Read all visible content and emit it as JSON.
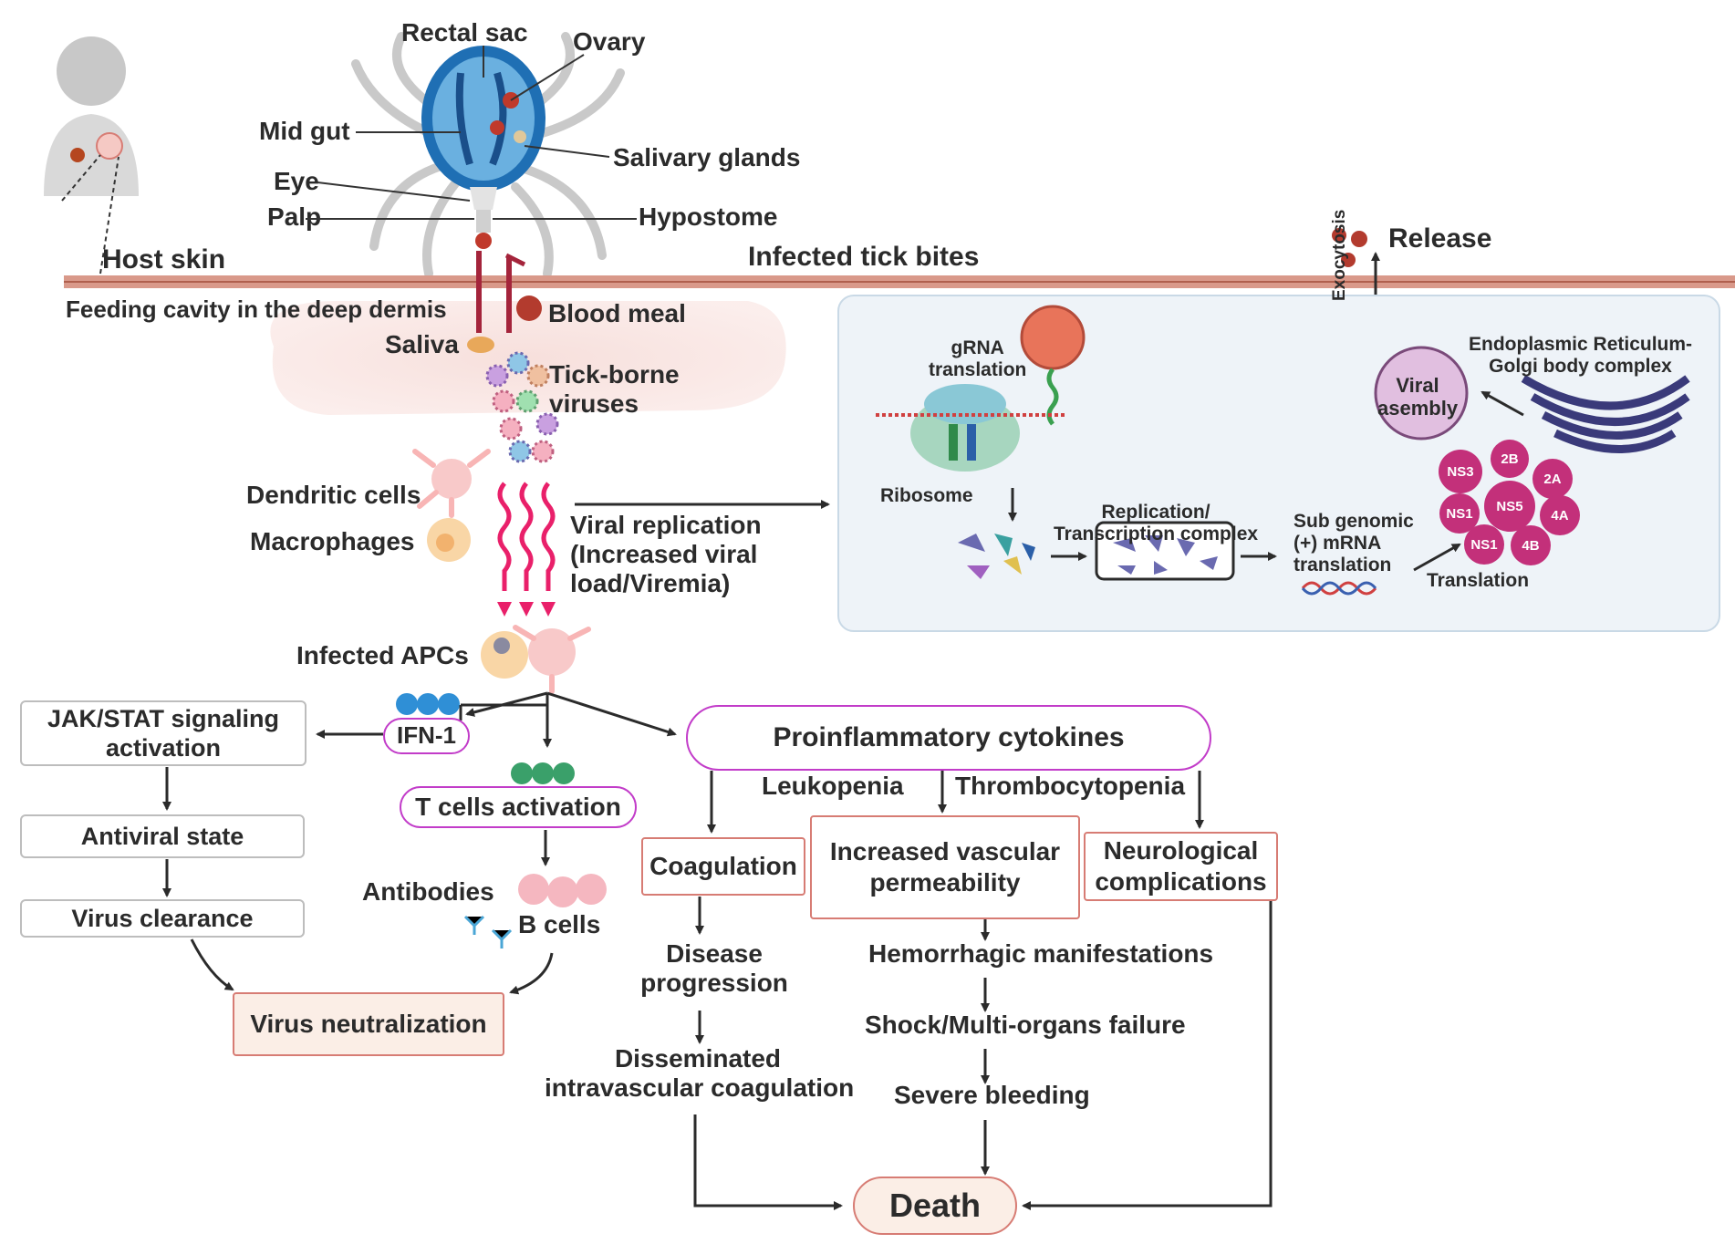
{
  "tick": {
    "rectal_sac": "Rectal sac",
    "ovary": "Ovary",
    "mid_gut": "Mid gut",
    "salivary_glands": "Salivary glands",
    "eye": "Eye",
    "palp": "Palp",
    "hypostome": "Hypostome"
  },
  "skin": {
    "host_skin": "Host skin",
    "infected_tick_bites": "Infected tick bites",
    "feeding_cavity": "Feeding cavity in the deep dermis",
    "blood_meal": "Blood meal",
    "saliva": "Saliva",
    "tick_borne_viruses": "Tick-borne\nviruses",
    "release": "Release"
  },
  "cells": {
    "dendritic": "Dendritic cells",
    "macrophages": "Macrophages",
    "viral_replication": "Viral replication\n(Increased viral\nload/Viremia)",
    "infected_apcs": "Infected APCs"
  },
  "replication_panel": {
    "grna_translation": "gRNA\ntranslation",
    "ribosome": "Ribosome",
    "exocytosis": "Exocytosis",
    "viral_assembly": "Viral\nasembly",
    "er_golgi": "Endoplasmic Reticulum-\nGolgi body complex",
    "replication_complex": "Replication/\nTranscription complex",
    "subgenomic": "Sub genomic\n(+) mRNA\ntranslation",
    "translation": "Translation",
    "proteins": [
      "NS3",
      "2B",
      "2A",
      "NS1",
      "NS5",
      "4A",
      "NS1",
      "4B"
    ]
  },
  "immune": {
    "jak_stat": "JAK/STAT signaling\nactivation",
    "ifn1": "IFN-1",
    "antiviral_state": "Antiviral state",
    "virus_clearance": "Virus clearance",
    "t_cells": "T cells activation",
    "antibodies": "Antibodies",
    "b_cells": "B cells",
    "virus_neutralization": "Virus neutralization"
  },
  "pathology": {
    "proinflammatory": "Proinflammatory cytokines",
    "leukopenia": "Leukopenia",
    "thrombocytopenia": "Thrombocytopenia",
    "coagulation": "Coagulation",
    "vascular": "Increased vascular\npermeability",
    "neurological": "Neurological\ncomplications",
    "disease_progression": "Disease\nprogression",
    "dic": "Disseminated\nintravascular coagulation",
    "hemorrhagic": "Hemorrhagic manifestations",
    "shock": "Shock/Multi-organs failure",
    "bleeding": "Severe bleeding",
    "death": "Death"
  },
  "colors": {
    "accent_pink": "#c23cc9",
    "box_red": "#d77c74",
    "box_grey": "#bdbdbd",
    "panel_bg": "#eef3f8",
    "skin_band": "#c97a6a",
    "cytokine_red": "#a52a2a",
    "protein_magenta": "#c3307a"
  }
}
